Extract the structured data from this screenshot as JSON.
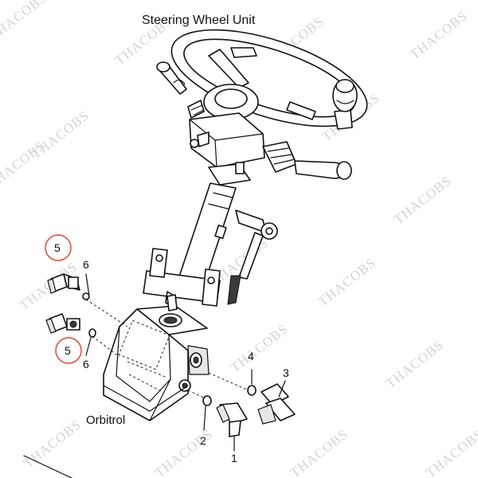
{
  "title": "Steering Wheel Unit",
  "component_label": "Orbitrol",
  "watermark": "THACOBS",
  "callouts": [
    {
      "id": "1",
      "label": "1"
    },
    {
      "id": "2",
      "label": "2"
    },
    {
      "id": "3",
      "label": "3"
    },
    {
      "id": "4",
      "label": "4"
    },
    {
      "id": "5a",
      "label": "5",
      "highlighted": true
    },
    {
      "id": "5b",
      "label": "5",
      "highlighted": true
    },
    {
      "id": "6a",
      "label": "6"
    },
    {
      "id": "6b",
      "label": "6"
    }
  ],
  "colors": {
    "highlight": "#e8472f",
    "line": "#111111",
    "watermark": "#d4d4d4"
  }
}
